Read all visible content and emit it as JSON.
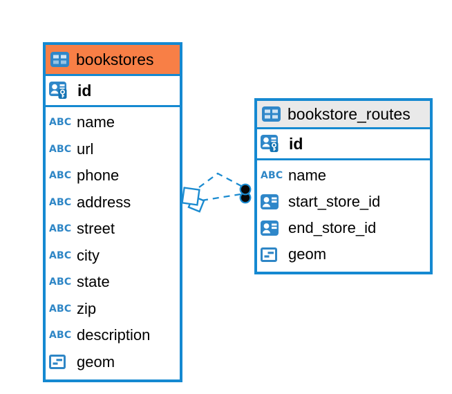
{
  "diagram": {
    "kind": "entity-relationship",
    "canvas_background": "#ffffff"
  },
  "colors": {
    "table_border": "#1589d1",
    "bookstores_header": "#f87f46",
    "routes_header": "#e9e9e9",
    "icon_blue": "#2e86c6",
    "icon_blue_dark": "#1474b4",
    "relation_line": "#1b8bd0",
    "relation_circle_fill": "#0a0a0a",
    "text": "#000000"
  },
  "labels": {
    "text_type": "ABC"
  },
  "tables": [
    {
      "name": "bookstores",
      "header_style": "orange",
      "primary_key": {
        "name": "id",
        "type": "primary-key"
      },
      "columns": [
        {
          "name": "name",
          "type": "text"
        },
        {
          "name": "url",
          "type": "text"
        },
        {
          "name": "phone",
          "type": "text"
        },
        {
          "name": "address",
          "type": "text"
        },
        {
          "name": "street",
          "type": "text"
        },
        {
          "name": "city",
          "type": "text"
        },
        {
          "name": "state",
          "type": "text"
        },
        {
          "name": "zip",
          "type": "text"
        },
        {
          "name": "description",
          "type": "text"
        },
        {
          "name": "geom",
          "type": "geometry"
        }
      ]
    },
    {
      "name": "bookstore_routes",
      "header_style": "gray",
      "primary_key": {
        "name": "id",
        "type": "primary-key"
      },
      "columns": [
        {
          "name": "name",
          "type": "text"
        },
        {
          "name": "start_store_id",
          "type": "reference"
        },
        {
          "name": "end_store_id",
          "type": "reference"
        },
        {
          "name": "geom",
          "type": "geometry"
        }
      ]
    }
  ],
  "relationships": [
    {
      "from_table": "bookstores",
      "to_table": "bookstore_routes",
      "line_style": "dashed",
      "marker_at_bookstores": "diamond",
      "marker_at_routes": "filled-circle"
    },
    {
      "from_table": "bookstores",
      "to_table": "bookstore_routes",
      "line_style": "dashed",
      "marker_at_bookstores": "diamond",
      "marker_at_routes": "filled-circle"
    }
  ]
}
